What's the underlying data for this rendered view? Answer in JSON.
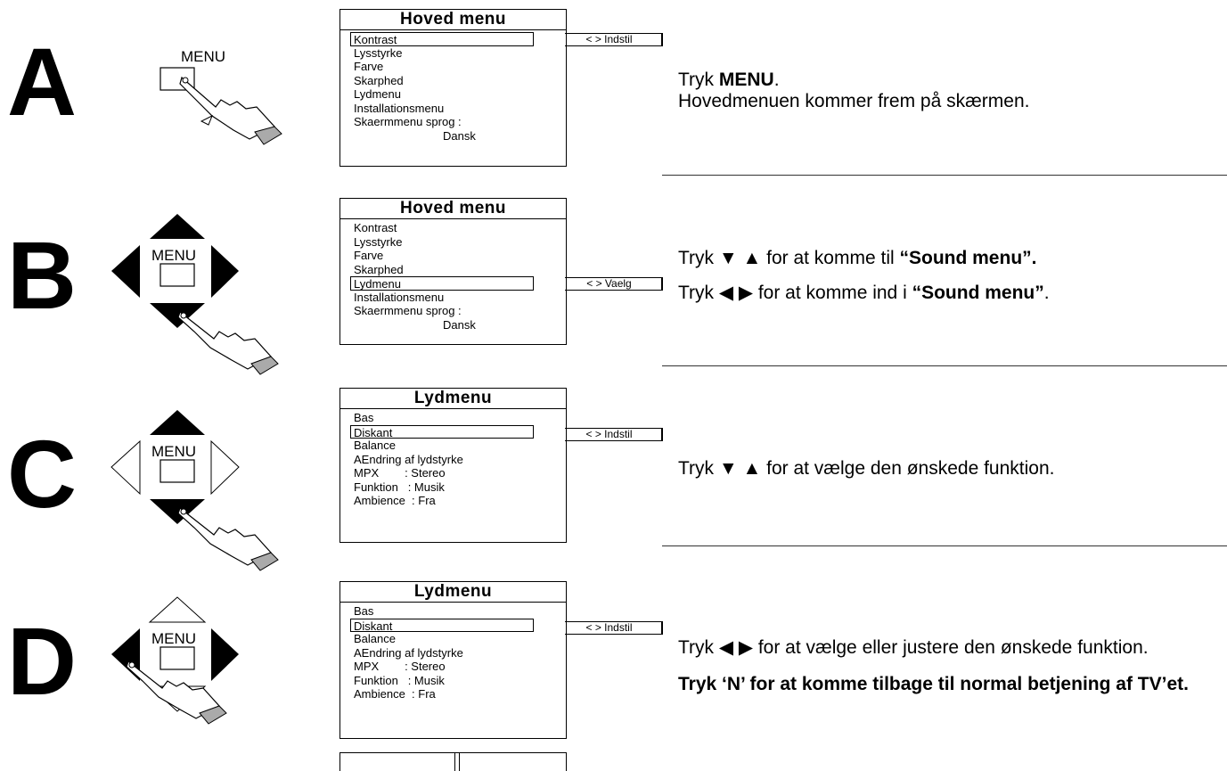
{
  "steps": [
    {
      "letter": "A",
      "remote_label": "MENU",
      "menu": {
        "title": "Hoved menu",
        "items": [
          "Kontrast",
          "Lysstyrke",
          "Farve",
          "Skarphed",
          "Lydmenu",
          "Installationsmenu",
          "Skaermmenu sprog :",
          "Dansk"
        ],
        "selected_index": 0,
        "hint": "< > Indstil"
      },
      "instruction": {
        "line1_prefix": "Tryk  ",
        "line1_bold": "MENU",
        "line1_suffix": ".",
        "line2": "Hovedmenuen kommer frem på skærmen."
      }
    },
    {
      "letter": "B",
      "remote_label": "MENU",
      "menu": {
        "title": "Hoved menu",
        "items": [
          "Kontrast",
          "Lysstyrke",
          "Farve",
          "Skarphed",
          "Lydmenu",
          "Installationsmenu",
          "Skaermmenu sprog :",
          "Dansk"
        ],
        "selected_index": 4,
        "hint": "< > Vaelg"
      },
      "instruction": {
        "line1_prefix": "Tryk ▼ ▲ for at komme til ",
        "line1_bold": "“Sound menu”.",
        "line2_prefix": "Tryk ◀ ▶ for at komme ind i ",
        "line2_bold": "“Sound menu”",
        "line2_suffix": "."
      }
    },
    {
      "letter": "C",
      "remote_label": "MENU",
      "menu": {
        "title": "Lydmenu",
        "items": [
          "Bas",
          "Diskant",
          "Balance",
          "AEndring af lydstyrke",
          "MPX        : Stereo",
          "Funktion   : Musik",
          "Ambience  : Fra"
        ],
        "selected_index": 1,
        "hint": "< > Indstil"
      },
      "instruction": {
        "line1": "Tryk ▼ ▲ for at vælge den ønskede funktion."
      }
    },
    {
      "letter": "D",
      "remote_label": "MENU",
      "menu": {
        "title": "Lydmenu",
        "items": [
          "Bas",
          "Diskant",
          "Balance",
          "AEndring af lydstyrke",
          "MPX        : Stereo",
          "Funktion   : Musik",
          "Ambience  : Fra"
        ],
        "selected_index": 1,
        "hint": "< > Indstil"
      },
      "instruction": {
        "line1": "Tryk ◀ ▶ for at vælge eller justere den ønskede funktion.",
        "line2_bold": "Tryk ‘N’ for at komme tilbage til normal betjening af TV’et."
      }
    }
  ]
}
